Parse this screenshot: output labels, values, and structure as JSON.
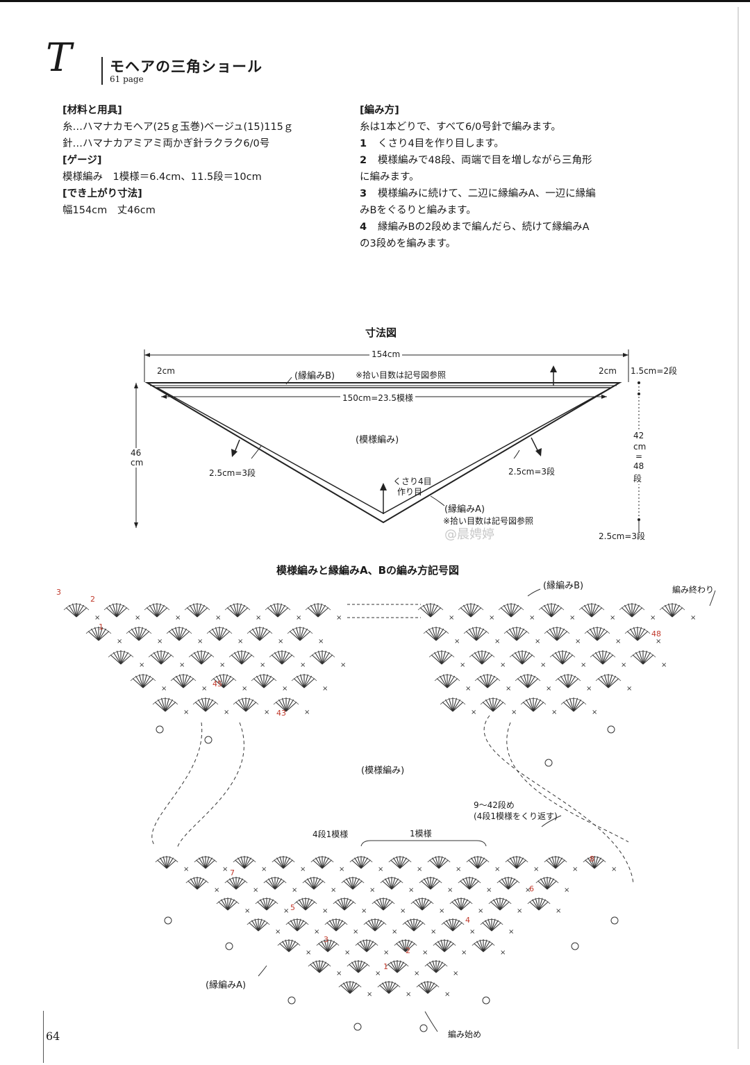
{
  "header": {
    "letter": "T",
    "title": "モヘアの三角ショール",
    "page_ref": "61 page"
  },
  "left_col": {
    "materials_head": "[材料と用具]",
    "yarn": "糸…ハマナカモヘア(25ｇ玉巻)ベージュ(15)115ｇ",
    "hook": "針…ハマナカアミアミ両かぎ針ラクラク6/0号",
    "gauge_head": "[ゲージ]",
    "gauge": "模様編み　1模様＝6.4cm、11.5段＝10cm",
    "size_head": "[でき上がり寸法]",
    "size": "幅154cm　丈46cm"
  },
  "right_col": {
    "method_head": "[編み方]",
    "intro": "糸は1本どりで、すべて6/0号針で編みます。",
    "steps": [
      {
        "n": "1",
        "line1": "くさり4目を作り目します。",
        "line2": ""
      },
      {
        "n": "2",
        "line1": "模様編みで48段、両端で目を増しながら三角形",
        "line2": "に編みます。"
      },
      {
        "n": "3",
        "line1": "模様編みに続けて、二辺に縁編みA、一辺に縁編",
        "line2": "みBをぐるりと編みます。"
      },
      {
        "n": "4",
        "line1": "縁編みBの2段めまで編んだら、続けて縁編みA",
        "line2": "の3段めを編みます。"
      }
    ]
  },
  "dimension_diagram": {
    "title": "寸法図",
    "width_total": "154cm",
    "left_2cm": "2cm",
    "right_2cm": "2cm",
    "edge_b": "(縁編みB)",
    "edge_b_note": "※拾い目数は記号図参照",
    "inner_width": "150cm=23.5模様",
    "right_rows": "1.5cm=2段",
    "pattern": "(模様編み)",
    "height_a": "46",
    "height_b": "cm",
    "left_edge": "2.5cm=3段",
    "right_edge": "2.5cm=3段",
    "chain_1": "くさり4目",
    "chain_2": "作り目",
    "edge_a": "(縁編みA)",
    "edge_a_note": "※拾い目数は記号図参照",
    "v42": "42",
    "vcm": "cm",
    "veq": "=",
    "v48": "48",
    "vdan": "段",
    "bottom_rows": "2.5cm=3段"
  },
  "watermark": "@晨娉婷",
  "chart": {
    "title": "模様編みと縁編みA、Bの編み方記号図",
    "edge_b": "(縁編みB)",
    "finish": "編み終わり",
    "pattern": "(模様編み)",
    "repeat_1": "9〜42段め",
    "repeat_2": "(4段1模様をくり返す)",
    "four_rows": "4段1模様",
    "one_motif": "1模様",
    "edge_a": "(縁編みA)",
    "start": "編み始め",
    "rows": {
      "r3": "3",
      "r2": "2",
      "r1": "1",
      "r45": "45",
      "r43": "43",
      "r48": "48",
      "b8": "8",
      "b7": "7",
      "b6": "6",
      "b5": "5",
      "b4": "4",
      "b3": "3",
      "b2": "2",
      "b1": "1"
    }
  },
  "footer": {
    "page_number": "64"
  }
}
